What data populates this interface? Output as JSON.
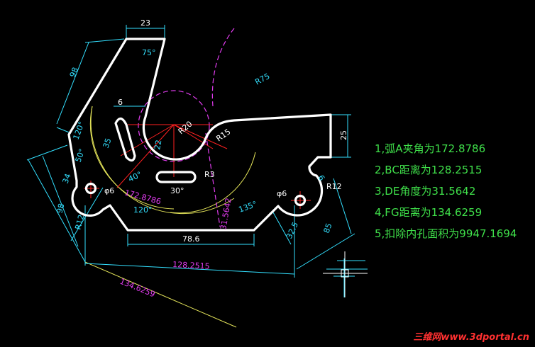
{
  "dims": {
    "d_23": "23",
    "d_75deg": "75°",
    "d_98": "98",
    "d_R75": "R75",
    "d_6a": "6",
    "d_120deg": "120°",
    "d_35": "35",
    "d_R20": "R20",
    "d_R15": "R15",
    "d_25": "25",
    "d_22": "22",
    "d_34": "34",
    "d_50deg": "50°",
    "d_40deg": "40°",
    "d_R3": "R3",
    "d_30deg": "30°",
    "d_arc": "172.8786",
    "d_phi6a": "φ6",
    "d_phi6b": "φ6",
    "d_R12a": "R12",
    "d_R12b": "R12",
    "d_6b": "6",
    "d_98b": "98",
    "d_120b": "120°",
    "d_31": "31.5642",
    "d_135deg": "135°",
    "d_32": "32.5",
    "d_85": "85",
    "d_786": "78.6",
    "d_128": "128.2515",
    "d_134": "134.6259"
  },
  "notes": [
    "1,弧A夹角为172.8786",
    "2,BC距离为128.2515",
    "3,DE角度为31.5642",
    "4,FG距离为134.6259",
    "5,扣除内孔面积为9947.1694"
  ],
  "watermark": "三维网www.3dportal.cn",
  "colors": {
    "background": "#000000",
    "outline": "#ffffff",
    "dimension": "#33e0ff",
    "construction": "#e23cf0",
    "centerline": "#ff2020",
    "arc_ref": "#e6e65a",
    "notes": "#3fe04a"
  }
}
